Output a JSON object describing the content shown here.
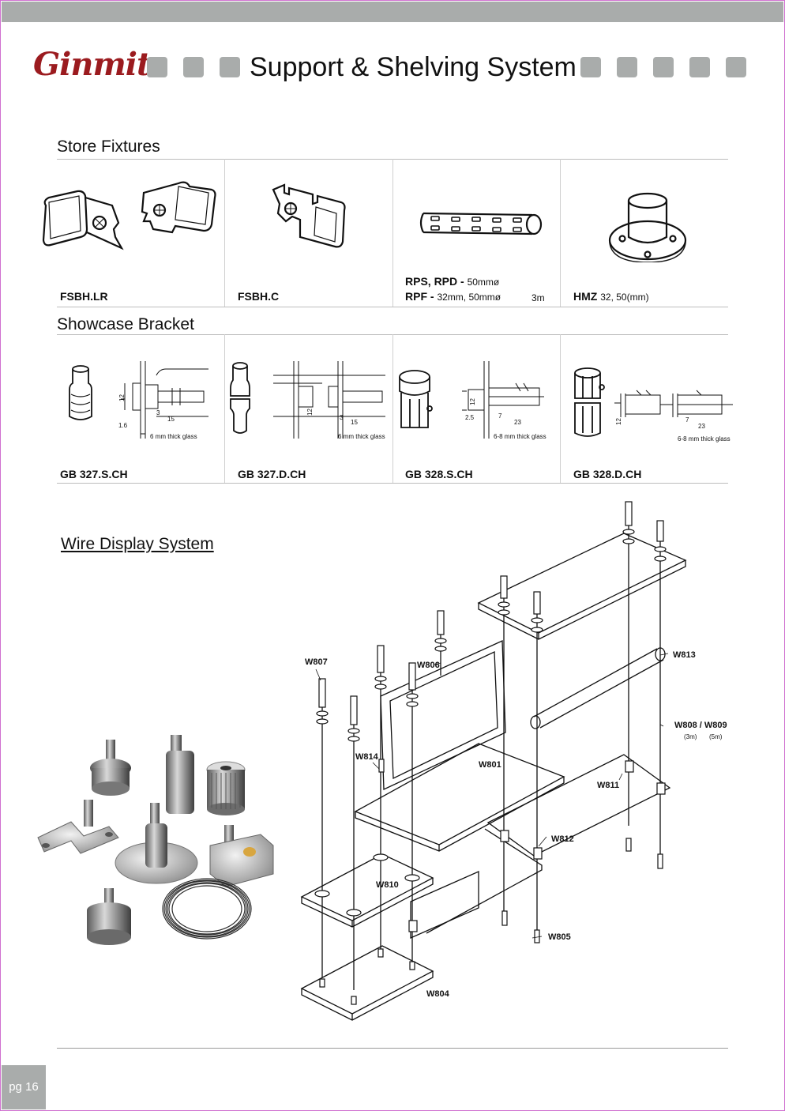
{
  "header": {
    "logo": "Ginmit",
    "title": "Support & Shelving System"
  },
  "sections": {
    "store_fixtures": "Store Fixtures",
    "showcase_bracket": "Showcase Bracket",
    "wire_display": "Wire Display System"
  },
  "store_fixtures": {
    "items": [
      {
        "code": "FSBH.LR"
      },
      {
        "code": "FSBH.C"
      },
      {
        "line1_code": "RPS, RPD -",
        "line1_spec": "50mmø",
        "line2_code": "RPF -",
        "line2_spec": "32mm, 50mmø",
        "length": "3m"
      },
      {
        "code": "HMZ",
        "spec": "32, 50(mm)"
      }
    ]
  },
  "showcase_bracket": {
    "items": [
      {
        "code": "GB 327.S.CH"
      },
      {
        "code": "GB 327.D.CH"
      },
      {
        "code": "GB 328.S.CH"
      },
      {
        "code": "GB 328.D.CH"
      }
    ],
    "dims": {
      "d12": "12",
      "d3": "3",
      "d15": "15",
      "d16": "1.6",
      "glass6": "6 mm thick glass",
      "d25": "2.5",
      "d7": "7",
      "d23": "23",
      "glass68": "6-8 mm thick glass"
    }
  },
  "wire_display": {
    "callouts": {
      "w807": "W807",
      "w806": "W806",
      "w813": "W813",
      "w808": "W808 / W809",
      "w808_sub1": "(3m)",
      "w808_sub2": "(5m)",
      "w814": "W814",
      "w801": "W801",
      "w811": "W811",
      "w812": "W812",
      "w810": "W810",
      "w805": "W805",
      "w804": "W804"
    }
  },
  "footer": {
    "page": "pg 16"
  },
  "colors": {
    "bar": "#a9acab",
    "logo": "#9b1b1f",
    "border": "#d070d0"
  }
}
